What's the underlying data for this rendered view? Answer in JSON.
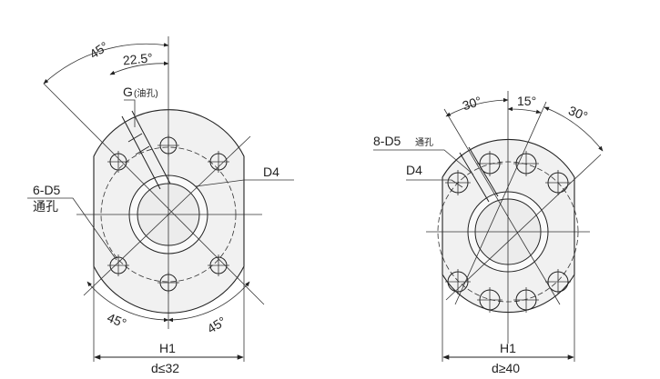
{
  "left": {
    "angle_45_top": "45°",
    "angle_22_5": "22.5°",
    "g_label": "G",
    "g_note": "(油孔)",
    "hole_label": "6-D5",
    "hole_note": "通孔",
    "d4_label": "D4",
    "angle_45_bl": "45°",
    "angle_45_br": "45°",
    "h1_label": "H1",
    "size_label": "d≤32"
  },
  "right": {
    "angle_30_left": "30°",
    "angle_15": "15°",
    "angle_30_right": "30°",
    "hole_label": "8-D5",
    "hole_note": "通孔",
    "d4_label": "D4",
    "h1_label": "H1",
    "size_label": "d≥40"
  }
}
